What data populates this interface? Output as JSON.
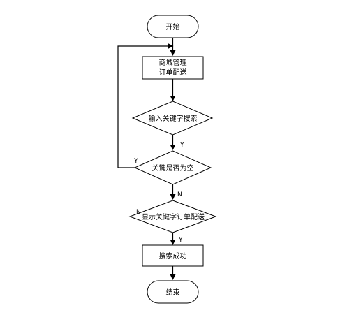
{
  "flowchart": {
    "start": "开始",
    "mall_line1": "商城管理",
    "mall_line2": "订单配送",
    "input_keyword": "输入关键字搜索",
    "is_empty": "关键是否为空",
    "show_result": "显示关键字订单配送",
    "success": "搜索成功",
    "end": "结束"
  },
  "edges": {
    "y_loop": "Y",
    "y_down": "Y",
    "n_down": "N",
    "n_stray": "N",
    "y_result": "Y"
  }
}
